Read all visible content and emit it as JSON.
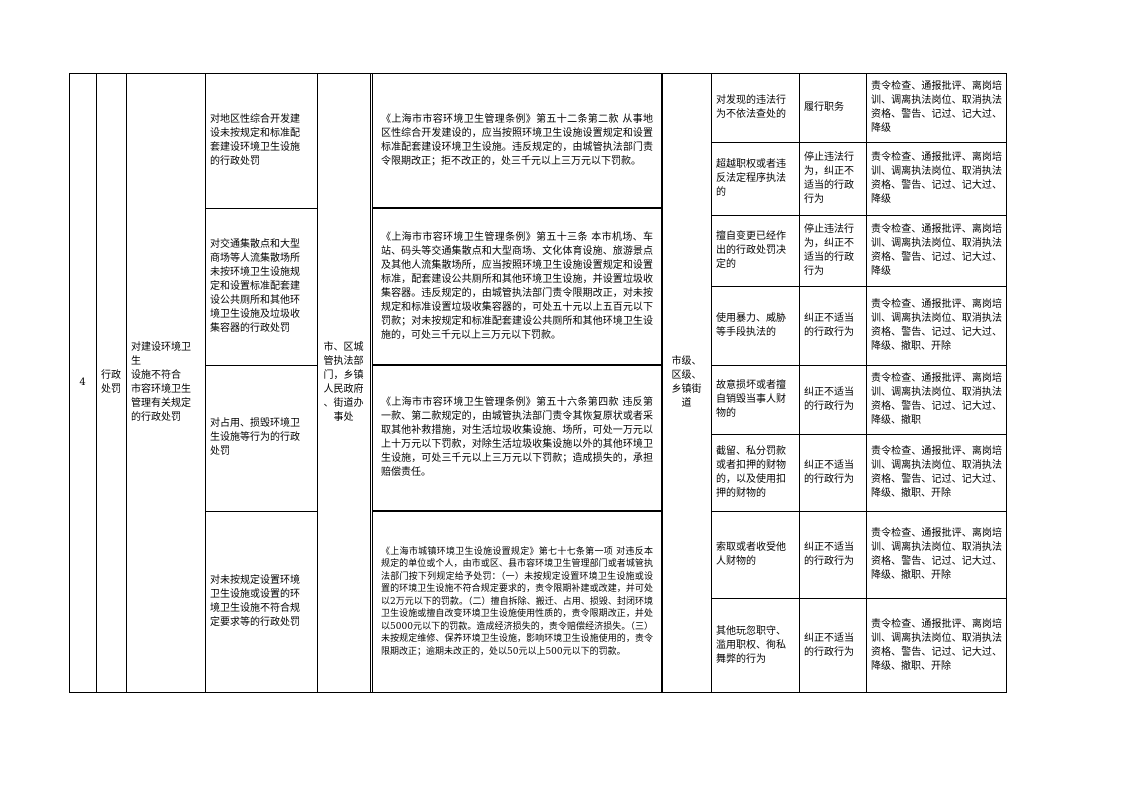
{
  "row": {
    "number": "4",
    "category": "行政\n处罚",
    "item": "对建设环境卫生\n设施不符合\n市容环境卫生\n管理有关规定\n的行政处罚",
    "executor": "市、区城\n管执法部\n门，乡镇\n人民政府\n、街道办\n事处",
    "level": "市级、\n区级、\n乡镇街\n道"
  },
  "sub_items": [
    {
      "name": "对地区性综合开发建\n设未按规定和标准配\n套建设环境卫生设施\n的行政处罚",
      "basis": "《上海市市容环境卫生管理条例》第五十二条第二款 从事地区性综合开发建设的，应当按照环境卫生设施设置规定和设置标准配套建设环境卫生设施。违反规定的，由城管执法部门责令限期改正；拒不改正的，处三千元以上三万元以下罚款。"
    },
    {
      "name": "对交通集散点和大型\n商场等人流集散场所\n未按环境卫生设施规\n定和设置标准配套建\n设公共厕所和其他环\n境卫生设施及垃圾收\n集容器的行政处罚",
      "basis": "《上海市市容环境卫生管理条例》第五十三条 本市机场、车站、码头等交通集散点和大型商场、文化体育设施、旅游景点及其他人流集散场所，应当按照环境卫生设施设置规定和设置标准，配套建设公共厕所和其他环境卫生设施，并设置垃圾收集容器。违反规定的，由城管执法部门责令限期改正，对未按规定和标准设置垃圾收集容器的，可处五十元以上五百元以下罚款；对未按规定和标准配套建设公共厕所和其他环境卫生设施的，可处三千元以上三万元以下罚款。"
    },
    {
      "name": "对占用、损毁环境卫\n生设施等行为的行政\n处罚",
      "basis": "《上海市市容环境卫生管理条例》第五十六条第四款 违反第一款、第二款规定的，由城管执法部门责令其恢复原状或者采取其他补救措施，对生活垃圾收集设施、场所，可处一万元以上十万元以下罚款，对除生活垃圾收集设施以外的其他环境卫生设施，可处三千元以上三万元以下罚款；造成损失的，承担赔偿责任。"
    },
    {
      "name": "对未按规定设置环境\n卫生设施或设置的环\n境卫生设施不符合规\n定要求等的行政处罚",
      "basis": "《上海市城镇环境卫生设施设置规定》第七十七条第一项 对违反本规定的单位或个人，由市或区、县市容环境卫生管理部门或者城管执法部门按下列规定给予处罚：（一）未按规定设置环境卫生设施或设置的环境卫生设施不符合规定要求的，责令限期补建或改建，并可处以2万元以下的罚款。（二）擅自拆除、搬迁、占用、损毁、封闭环境卫生设施或擅自改变环境卫生设施使用性质的，责令限期改正，并处以5000元以下的罚款。造成经济损失的，责令赔偿经济损失。（三）未按规定维修、保养环境卫生设施，影响环境卫生设施使用的，责令限期改正；逾期未改正的，处以50元以上500元以下的罚款。"
    }
  ],
  "duties": [
    {
      "situation": "对发现的违法行\n为不依法查处的",
      "basis": "履行职务",
      "penalty": "责令检查、通报批评、离岗培训、调离执法岗位、取消执法资格、警告、记过、记大过、降级"
    },
    {
      "situation": "超越职权或者违\n反法定程序执法\n的",
      "basis": "停止违法行\n为，纠正不\n适当的行政\n行为",
      "penalty": "责令检查、通报批评、离岗培训、调离执法岗位、取消执法资格、警告、记过、记大过、降级"
    },
    {
      "situation": "擅自变更已经作\n出的行政处罚决\n定的",
      "basis": "停止违法行\n为，纠正不\n适当的行政\n行为",
      "penalty": "责令检查、通报批评、离岗培训、调离执法岗位、取消执法资格、警告、记过、记大过、降级"
    },
    {
      "situation": "使用暴力、威胁\n等手段执法的",
      "basis": "纠正不适当\n的行政行为",
      "penalty": "责令检查、通报批评、离岗培训、调离执法岗位、取消执法资格、警告、记过、记大过、降级、撤职、开除"
    },
    {
      "situation": "故意损坏或者擅\n自销毁当事人财\n物的",
      "basis": "纠正不适当\n的行政行为",
      "penalty": "责令检查、通报批评、离岗培训、调离执法岗位、取消执法资格、警告、记过、记大过、降级、撤职"
    },
    {
      "situation": "截留、私分罚款\n或者扣押的财物\n的，以及使用扣\n押的财物的",
      "basis": "纠正不适当\n的行政行为",
      "penalty": "责令检查、通报批评、离岗培训、调离执法岗位、取消执法资格、警告、记过、记大过、降级、撤职、开除"
    },
    {
      "situation": "索取或者收受他\n人财物的",
      "basis": "纠正不适当\n的行政行为",
      "penalty": "责令检查、通报批评、离岗培训、调离执法岗位、取消执法资格、警告、记过、记大过、降级、撤职、开除"
    },
    {
      "situation": "其他玩忽职守、\n滥用职权、徇私\n舞弊的行为",
      "basis": "纠正不适当\n的行政行为",
      "penalty": "责令检查、通报批评、离岗培训、调离执法岗位、取消执法资格、警告、记过、记大过、降级、撤职、开除"
    }
  ]
}
